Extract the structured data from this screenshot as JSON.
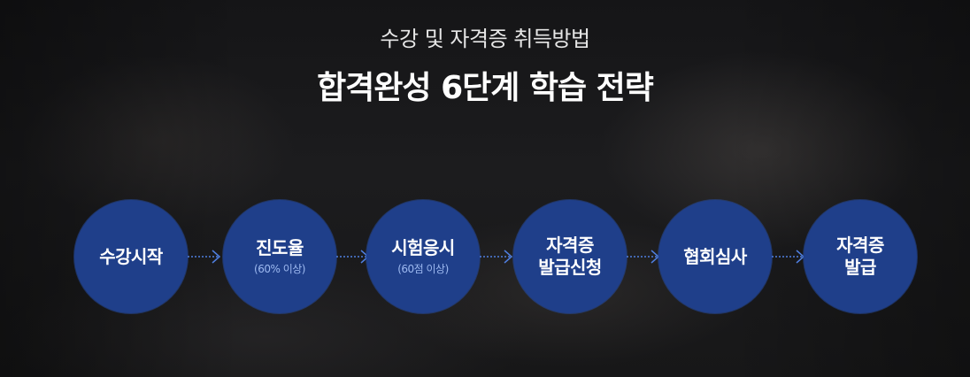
{
  "header": {
    "subtitle": "수강 및 자격증 취득방법",
    "title": "합격완성 6단계 학습 전략"
  },
  "steps": [
    {
      "line1": "수강시작",
      "line2": "",
      "note": ""
    },
    {
      "line1": "진도율",
      "line2": "",
      "note": "(60% 이상)"
    },
    {
      "line1": "시험응시",
      "line2": "",
      "note": "(60점 이상)"
    },
    {
      "line1": "자격증",
      "line2": "발급신청",
      "note": ""
    },
    {
      "line1": "협회심사",
      "line2": "",
      "note": ""
    },
    {
      "line1": "자격증",
      "line2": "발급",
      "note": ""
    }
  ],
  "colors": {
    "circle": "#1f3f8a",
    "arrow": "#4f7fe0",
    "note": "#9db9f0"
  },
  "icons": {
    "connector": "dotted-chevron-arrow-icon"
  }
}
